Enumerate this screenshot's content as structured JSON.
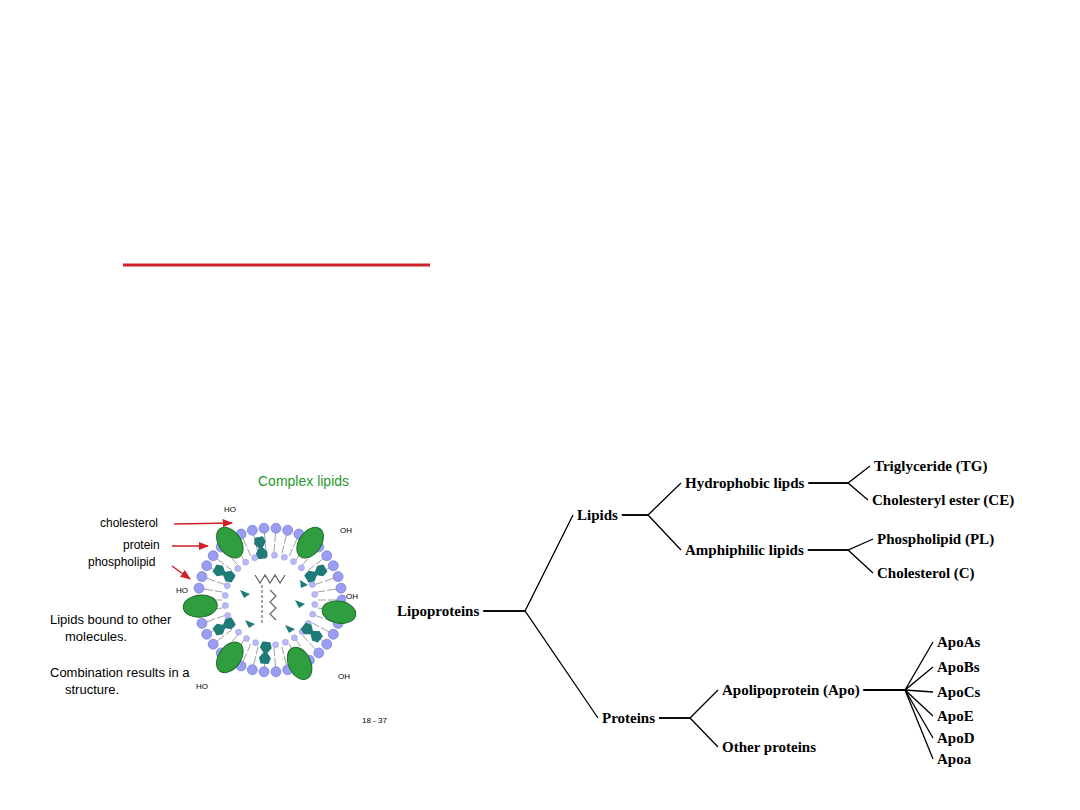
{
  "diagram": {
    "nodes": [
      {
        "text": [
          "Lipoproteins"
        ]
      },
      {
        "text": [
          "Lipids"
        ]
      },
      {
        "text": [
          "Proteins"
        ]
      },
      {
        "text": [
          "Hydrophobic lipds"
        ]
      },
      {
        "text": [
          "Amphiphilic lipids"
        ]
      },
      {
        "text": [
          "Apolipoprotein (Apo)"
        ]
      },
      {
        "text": [
          "Other proteins"
        ]
      },
      {
        "text": [
          "Triglyceride (TG)"
        ]
      },
      {
        "text": [
          "Cholesteryl ester (CE)"
        ]
      },
      {
        "text": [
          "Phospholipid (PL)"
        ]
      },
      {
        "text": [
          "Cholesterol (C)"
        ]
      },
      {
        "text": [
          "ApoAs"
        ]
      },
      {
        "text": [
          "ApoBs"
        ]
      },
      {
        "text": [
          "ApoCs"
        ]
      },
      {
        "text": [
          "ApoE"
        ]
      },
      {
        "text": [
          "ApoD"
        ]
      },
      {
        "text": [
          "Apoa"
        ]
      }
    ],
    "edges": [
      {
        "from": 0,
        "to": 1,
        "arrow": "none"
      },
      {
        "from": 0,
        "to": 2,
        "arrow": "none"
      },
      {
        "from": 1,
        "to": 3,
        "arrow": "none"
      },
      {
        "from": 1,
        "to": 4,
        "arrow": "none"
      },
      {
        "from": 3,
        "to": 7,
        "arrow": "none"
      },
      {
        "from": 3,
        "to": 8,
        "arrow": "none"
      },
      {
        "from": 4,
        "to": 9,
        "arrow": "none"
      },
      {
        "from": 4,
        "to": 10,
        "arrow": "none"
      },
      {
        "from": 2,
        "to": 5,
        "arrow": "none"
      },
      {
        "from": 2,
        "to": 6,
        "arrow": "none"
      },
      {
        "from": 5,
        "to": 11,
        "arrow": "none"
      },
      {
        "from": 5,
        "to": 12,
        "arrow": "none"
      },
      {
        "from": 5,
        "to": 13,
        "arrow": "none"
      },
      {
        "from": 5,
        "to": 14,
        "arrow": "none"
      },
      {
        "from": 5,
        "to": 15,
        "arrow": "none"
      },
      {
        "from": 5,
        "to": 16,
        "arrow": "none"
      }
    ],
    "labels": [
      "Complex lipids",
      "cholesterol",
      "protein",
      "phospholipid",
      "Lipids bound to other molecules.",
      "Combination results in a structure.",
      "18 - 37",
      "HO",
      "OH",
      "HO",
      "OH",
      "HO",
      "OH"
    ]
  }
}
